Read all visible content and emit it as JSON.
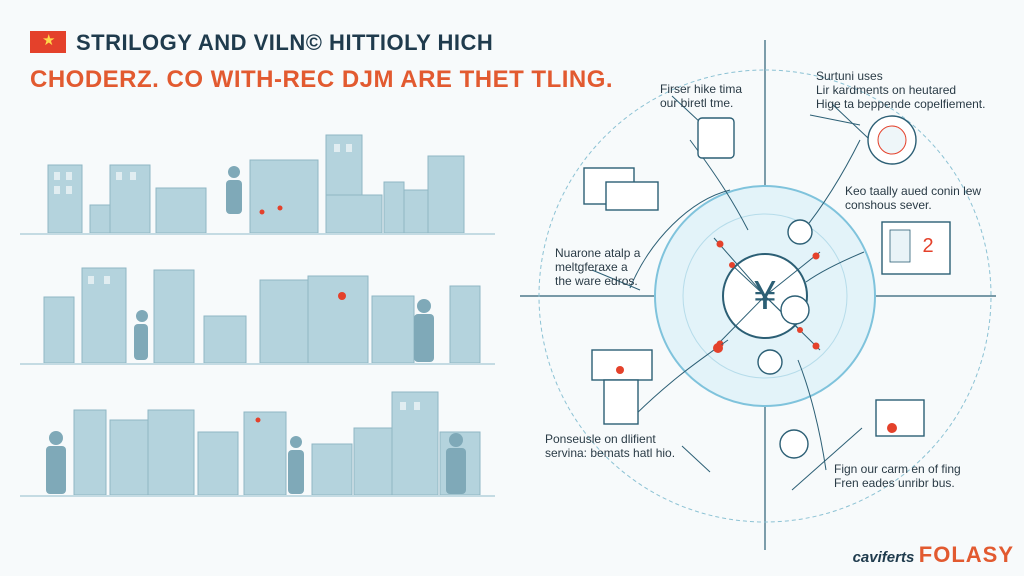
{
  "header": {
    "title_line1": "STRILOGY AND VILN© HITTIOLY HICH",
    "title_line2": "CHODERZ. CO WITH-REC DJM ARE THET TLING."
  },
  "callouts": {
    "top_left": [
      "Firser hike tima",
      "our biretl tme."
    ],
    "top_right": [
      "Surtuni uses",
      "Lir kardments on heutared",
      "Hige ta beppende copelfiement."
    ],
    "mid_right": [
      "Keo taally aued conin lew",
      "conshous sever."
    ],
    "mid_left": [
      "Nuarone atalp a",
      "meltgferaxe a",
      "the ware edros."
    ],
    "bottom_left": [
      "Ponseusle on dlifient",
      "servina: bemats hatl hio."
    ],
    "bottom_right": [
      "Fign our carm en of fing",
      "Fren eades unribr bus."
    ]
  },
  "center_symbol": "¥",
  "card_number": "2",
  "brand": {
    "part1": "caviferts",
    "part2": "FOLASY"
  },
  "colors": {
    "accent": "#e25a30",
    "building": "#a9cbd6",
    "ink": "#1f3b4d",
    "flag": "#e4412b"
  }
}
